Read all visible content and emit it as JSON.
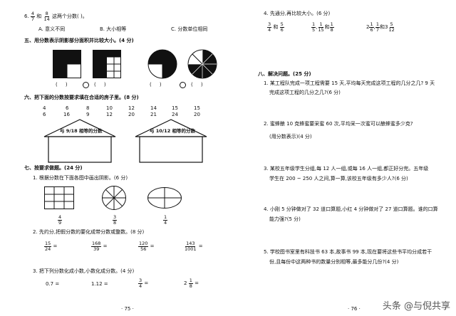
{
  "left": {
    "q6": {
      "prefix": "6.",
      "f1_num": "4",
      "f1_den": "7",
      "and": "和",
      "f2_num": "8",
      "f2_den": "14",
      "stem": "这两个分数(    )。",
      "optA": "A. 意义不同",
      "optB": "B. 大小相等",
      "optC": "C. 分数单位相同"
    },
    "sec5": {
      "title": "五、用分数表示阴影部分面积并比较大小。(4 分)"
    },
    "sec6": {
      "title": "六、把下面的分数按要求填在合适的房子里。(8 分)",
      "nums": [
        "4",
        "6",
        "8",
        "10",
        "12",
        "14",
        "15"
      ],
      "dens": [
        "6",
        "16",
        "9",
        "12",
        "20",
        "21",
        "24",
        "20"
      ],
      "house1_label": "与 9/18 相等的分数",
      "house2_label": "与 10/12 相等的分数"
    },
    "sec7": {
      "title": "七、按要求做题。(24 分)",
      "s1": "1. 根据分数在下面各图中画出阴影。(6 分)",
      "s1_fracs": [
        [
          "4",
          "9"
        ],
        [
          "3",
          "8"
        ],
        [
          "1",
          "4"
        ]
      ],
      "s2": "2. 先约分,把假分数的要化成带分数或整数。(8 分)",
      "s2_fracs": [
        [
          "15",
          "24"
        ],
        [
          "168",
          "39"
        ],
        [
          "120",
          "56"
        ],
        [
          "143",
          "1001"
        ]
      ],
      "s3": "3. 把下列分数化成小数,小数化成分数。(4 分)",
      "s3_a": "0.7 =",
      "s3_b": "1.12 =",
      "s3_c_num": "3",
      "s3_c_den": "4",
      "s3_d_whole": "2",
      "s3_d_num": "1",
      "s3_d_den": "8",
      "page": "· 75 ·"
    }
  },
  "right": {
    "q4": {
      "title": "4. 先通分,再比较大小。(6 分)",
      "g1": [
        [
          "3",
          "4"
        ],
        [
          "5",
          "6"
        ]
      ],
      "g2": [
        [
          "1",
          "5"
        ],
        [
          "1",
          "15"
        ],
        [
          "1",
          "8"
        ]
      ],
      "g3_a": [
        "2",
        "1",
        "6"
      ],
      "g3_b": [
        "1",
        "7"
      ],
      "g3_c": [
        "3",
        "5",
        "12"
      ]
    },
    "sec8": {
      "title": "八、解决问题。(25 分)",
      "p1": "1. 某工程队完成一项工程需要 15 天,平均每天完成这项工程的几分之几? 9 天",
      "p1b": "完成这项工程的几分之几?(6 分)",
      "p2": "2. 蜜蜂酿 10 克蜂蜜要采蜜 60 次,平均采一次蜜可以酿蜂蜜多少克?",
      "p2b": "(用分数表示)(4 分)",
      "p3": "3. 某校五年级学生分组,每 12 人一组,或每 16 人一组,都正好分完。五年级",
      "p3b": "学生在 200 ~ 250 人之间,算一算,该校五年级有多少人?(6 分)",
      "p4": "4. 小刚 5 分钟做对了 32 道口算题,小红 4 分钟做对了 27 道口算题。谁的口算",
      "p4b": "能力强?(5 分)",
      "p5": "5. 学校图书室里有科技书 63 本,故事书 99 本,现在要将这些书平均分成若干",
      "p5b": "份,且每份中这两种书的数量分别相等,最多能分几份?(4 分)"
    },
    "page": "· 76 ·",
    "watermark": "头条 @与倪共享"
  }
}
